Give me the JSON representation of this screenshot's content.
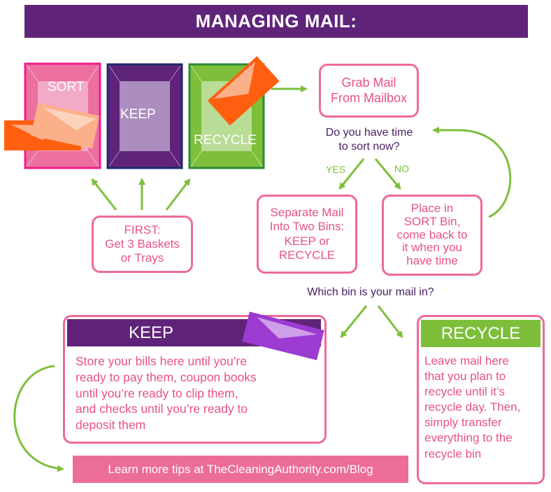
{
  "title": "MANAGING MAIL:",
  "colors": {
    "purple": "#60237a",
    "pink": "#ee6a9a",
    "green": "#7dbf3b",
    "orange": "#ff5f0f",
    "text_pink": "#e9508a"
  },
  "trays": [
    {
      "label": "SORT",
      "color": "pink"
    },
    {
      "label": "KEEP",
      "color": "purple"
    },
    {
      "label": "RECYCLE",
      "color": "green"
    }
  ],
  "first_box": {
    "lines": [
      "FIRST:",
      "Get 3 Baskets",
      "or Trays"
    ]
  },
  "grab_box": {
    "lines": [
      "Grab Mail",
      "From Mailbox"
    ]
  },
  "question_time": {
    "lines": [
      "Do you have time",
      "to sort now?"
    ]
  },
  "yes_label": "YES",
  "no_label": "NO",
  "separate_box": {
    "lines": [
      "Separate Mail",
      "Into Two Bins:",
      "KEEP or",
      "RECYCLE"
    ]
  },
  "place_box": {
    "lines": [
      "Place in",
      "SORT Bin,",
      "come back to",
      "it when you",
      "have time"
    ]
  },
  "question_bin": "Which bin is your mail in?",
  "keep_card": {
    "heading": "KEEP",
    "lines": [
      "Store your bills here until you’re",
      "ready to pay them, coupon books",
      "until you’re ready to clip them,",
      "and checks until you’re ready to",
      "deposit them"
    ]
  },
  "recycle_card": {
    "heading": "RECYCLE",
    "lines": [
      "Leave mail here",
      "that you plan to",
      "recycle until it’s",
      "recycle day. Then,",
      "simply transfer",
      "everything to the",
      "recycle bin"
    ]
  },
  "footer": "Learn more tips at TheCleaningAuthority.com/Blog"
}
